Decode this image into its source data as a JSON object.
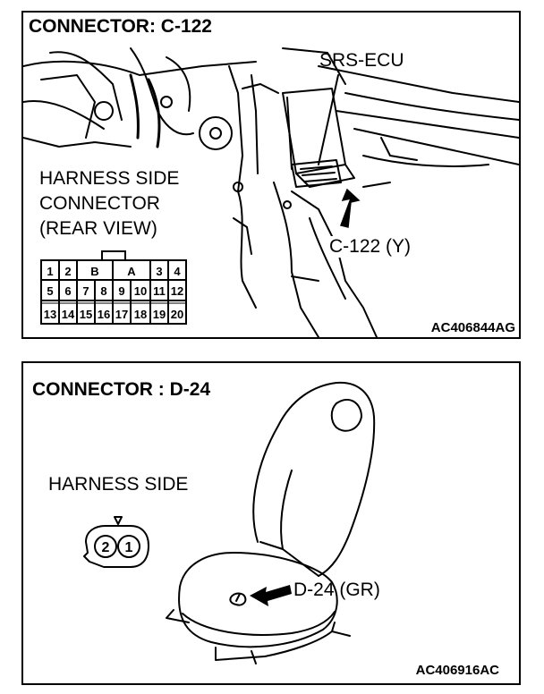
{
  "panel1": {
    "title": "CONNECTOR: C-122",
    "ecu_label": "SRS-ECU",
    "harness_lines": [
      "HARNESS SIDE",
      "CONNECTOR",
      "(REAR VIEW)"
    ],
    "connector_label": "C-122 (Y)",
    "figure_code": "AC406844AG",
    "connector": {
      "row1": [
        "1",
        "2",
        "B",
        "A",
        "3",
        "4"
      ],
      "row2": [
        "5",
        "6",
        "7",
        "8",
        "9",
        "10",
        "11",
        "12"
      ],
      "row3": [
        "13",
        "14",
        "15",
        "16",
        "17",
        "18",
        "19",
        "20"
      ]
    }
  },
  "panel2": {
    "title": "CONNECTOR : D-24",
    "harness_label": "HARNESS SIDE",
    "connector_label": "D-24 (GR)",
    "figure_code": "AC406916AC",
    "connector_pins": [
      "2",
      "1"
    ]
  }
}
